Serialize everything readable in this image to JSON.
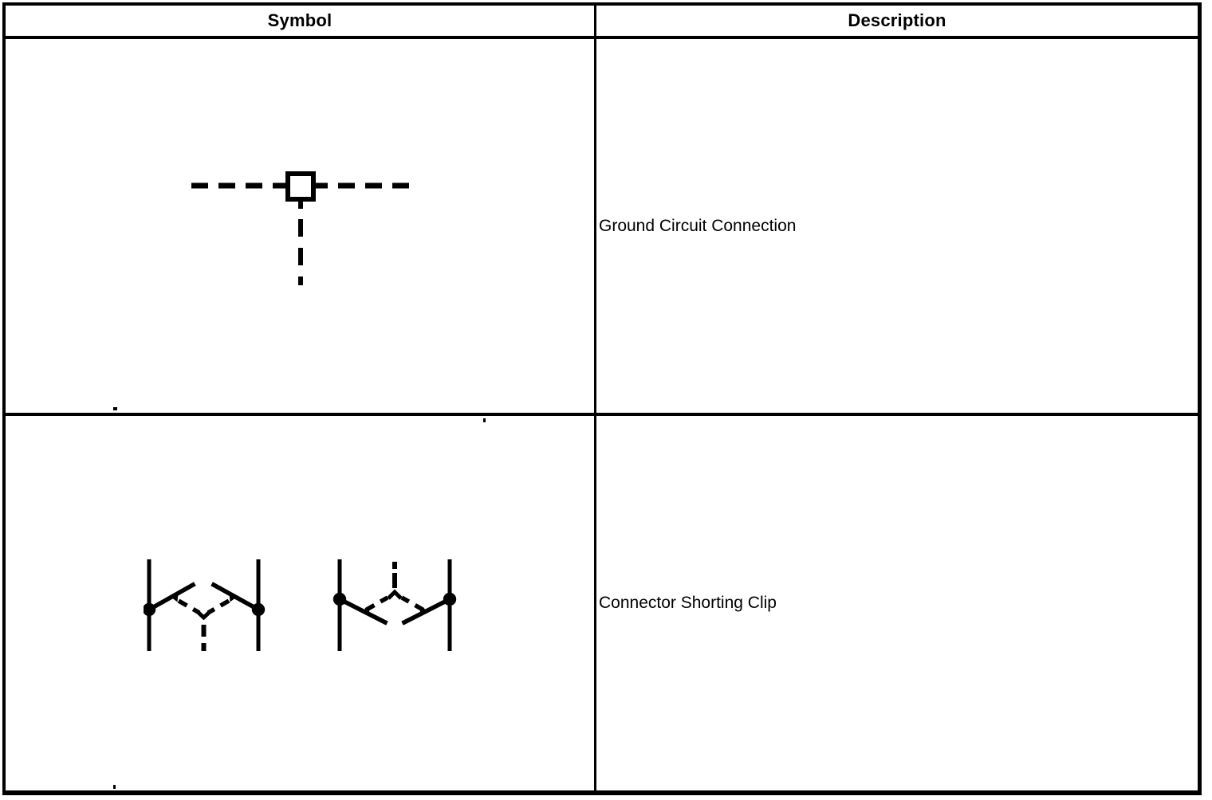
{
  "table": {
    "columns": [
      {
        "label": "Symbol"
      },
      {
        "label": "Description"
      }
    ],
    "rows": [
      {
        "symbol_name": "ground-circuit-connection-symbol",
        "description": "Ground Circuit Connection"
      },
      {
        "symbol_name": "connector-shorting-clip-symbol",
        "description": "Connector Shorting Clip"
      }
    ]
  },
  "colors": {
    "ink": "#000000",
    "paper": "#ffffff"
  }
}
